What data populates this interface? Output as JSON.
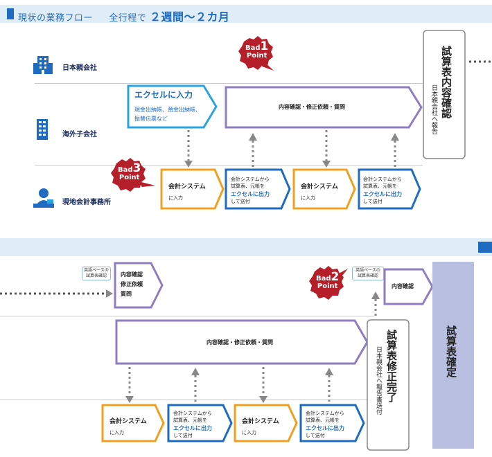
{
  "header": {
    "title": "現状の業務フロー",
    "duration_prefix": "全行程で",
    "duration_big": "２週間〜２カ月"
  },
  "entities": {
    "parent": "日本親会社",
    "subsidiary": "海外子会社",
    "accounting_office": "現地会計事務所"
  },
  "bad_points": [
    {
      "label": "Bad",
      "number": "1",
      "sub": "Point"
    },
    {
      "label": "Bad",
      "number": "2",
      "sub": "Point"
    },
    {
      "label": "Bad",
      "number": "3",
      "sub": "Point"
    }
  ],
  "top_section": {
    "excel_input": {
      "title": "エクセルに入力",
      "line1": "現金出納帳、預金出納帳、",
      "line2": "振替伝票など"
    },
    "review_box": "内容確認・修正依頼・質問",
    "final_box": {
      "title": "試算表内容確認",
      "sub": "日本親会社へ報告"
    },
    "steps": [
      {
        "title": "会計システム",
        "sub": "に入力"
      },
      {
        "line1": "会計システムから",
        "line2": "試算表、元帳を",
        "bold": "エクセルに出力",
        "line4": "して送付"
      },
      {
        "title": "会計システム",
        "sub": "に入力"
      },
      {
        "line1": "会計システムから",
        "line2": "試算表、元帳を",
        "bold": "エクセルに出力",
        "line4": "して送付"
      }
    ]
  },
  "bottom_section": {
    "chip_left": {
      "line1": "英語ベースの",
      "line2": "試算表確認"
    },
    "left_arrow": {
      "line1": "内容確認",
      "line2": "修正依頼",
      "line3": "質問"
    },
    "chip_right": {
      "line1": "英語ベースの",
      "line2": "試算表確認"
    },
    "right_arrow": "内容確認",
    "review_box": "内容確認・修正依頼・質問",
    "completion_box": {
      "title": "試算表修正完了",
      "sub": "日本親会社へ報告書送付"
    },
    "confirmed": "試算表確定",
    "steps": [
      {
        "title": "会計システム",
        "sub": "に入力"
      },
      {
        "line1": "会計システムから",
        "line2": "試算表、元帳を",
        "bold": "エクセルに出力",
        "line4": "して送付"
      },
      {
        "title": "会計システム",
        "sub": "に入力"
      },
      {
        "line1": "会計システムから",
        "line2": "試算表、元帳を",
        "bold": "エクセルに出力",
        "line4": "して送付"
      }
    ]
  },
  "colors": {
    "blue": "#1f6bbf",
    "cyan": "#2ba3e0",
    "purple": "#8e7ec0",
    "orange": "#f0a020",
    "bad_red": "#b51f2a",
    "confirm_bg": "#b9bfe0"
  }
}
